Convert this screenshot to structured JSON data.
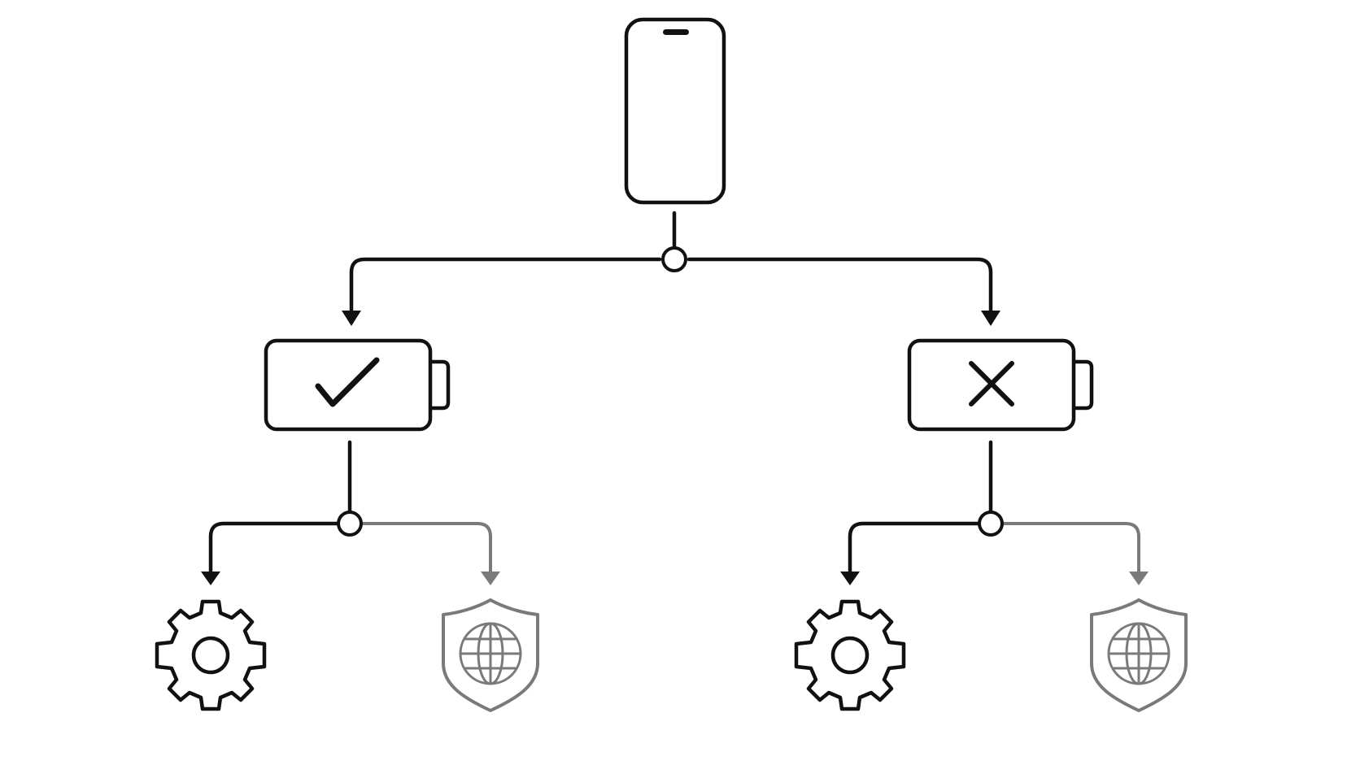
{
  "colors": {
    "background": "#ffffff",
    "main_stroke": "#111111",
    "muted_stroke": "#7a7a7a"
  },
  "nodes": {
    "root": {
      "icon": "smartphone-icon"
    },
    "left_branch": {
      "icon": "battery-icon",
      "state_icon": "checkmark-icon",
      "children": [
        {
          "icon": "gear-icon",
          "style": "main"
        },
        {
          "icon": "shield-globe-icon",
          "style": "muted"
        }
      ]
    },
    "right_branch": {
      "icon": "battery-icon",
      "state_icon": "cross-icon",
      "children": [
        {
          "icon": "gear-icon",
          "style": "main"
        },
        {
          "icon": "shield-globe-icon",
          "style": "muted"
        }
      ]
    }
  }
}
